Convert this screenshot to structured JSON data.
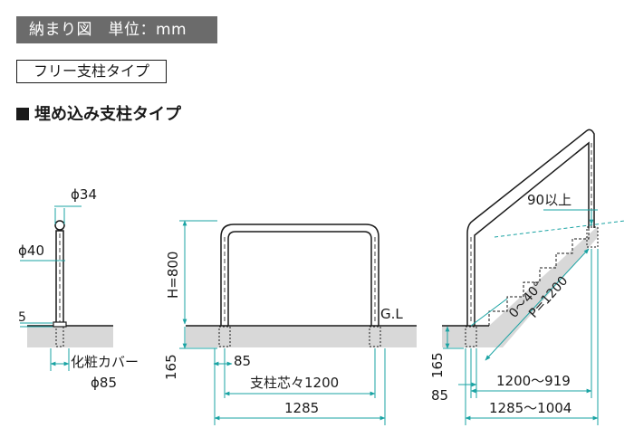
{
  "header": {
    "title": "納まり図　単位：mm"
  },
  "type_label": "フリー支柱タイプ",
  "section_title": "埋め込み支柱タイプ",
  "labels": {
    "phi34": "ϕ34",
    "phi40": "ϕ40",
    "five": "5",
    "cover": "化粧カバー",
    "phi85": "ϕ85",
    "h800": "H=800",
    "gl": "G.L",
    "d165_mid": "165",
    "d85_mid": "85",
    "pitch": "支柱芯々1200",
    "w1285": "1285",
    "min90": "90以上",
    "angle": "0～40°",
    "p1200": "P=1200",
    "d165_right": "165",
    "d85_right": "85",
    "range1": "1200～919",
    "range2": "1285～1004"
  },
  "colors": {
    "header_bg": "#6b6b6b",
    "ground": "#d8d8d8",
    "dim": "#1aa3a3",
    "line": "#1a1a1a"
  }
}
